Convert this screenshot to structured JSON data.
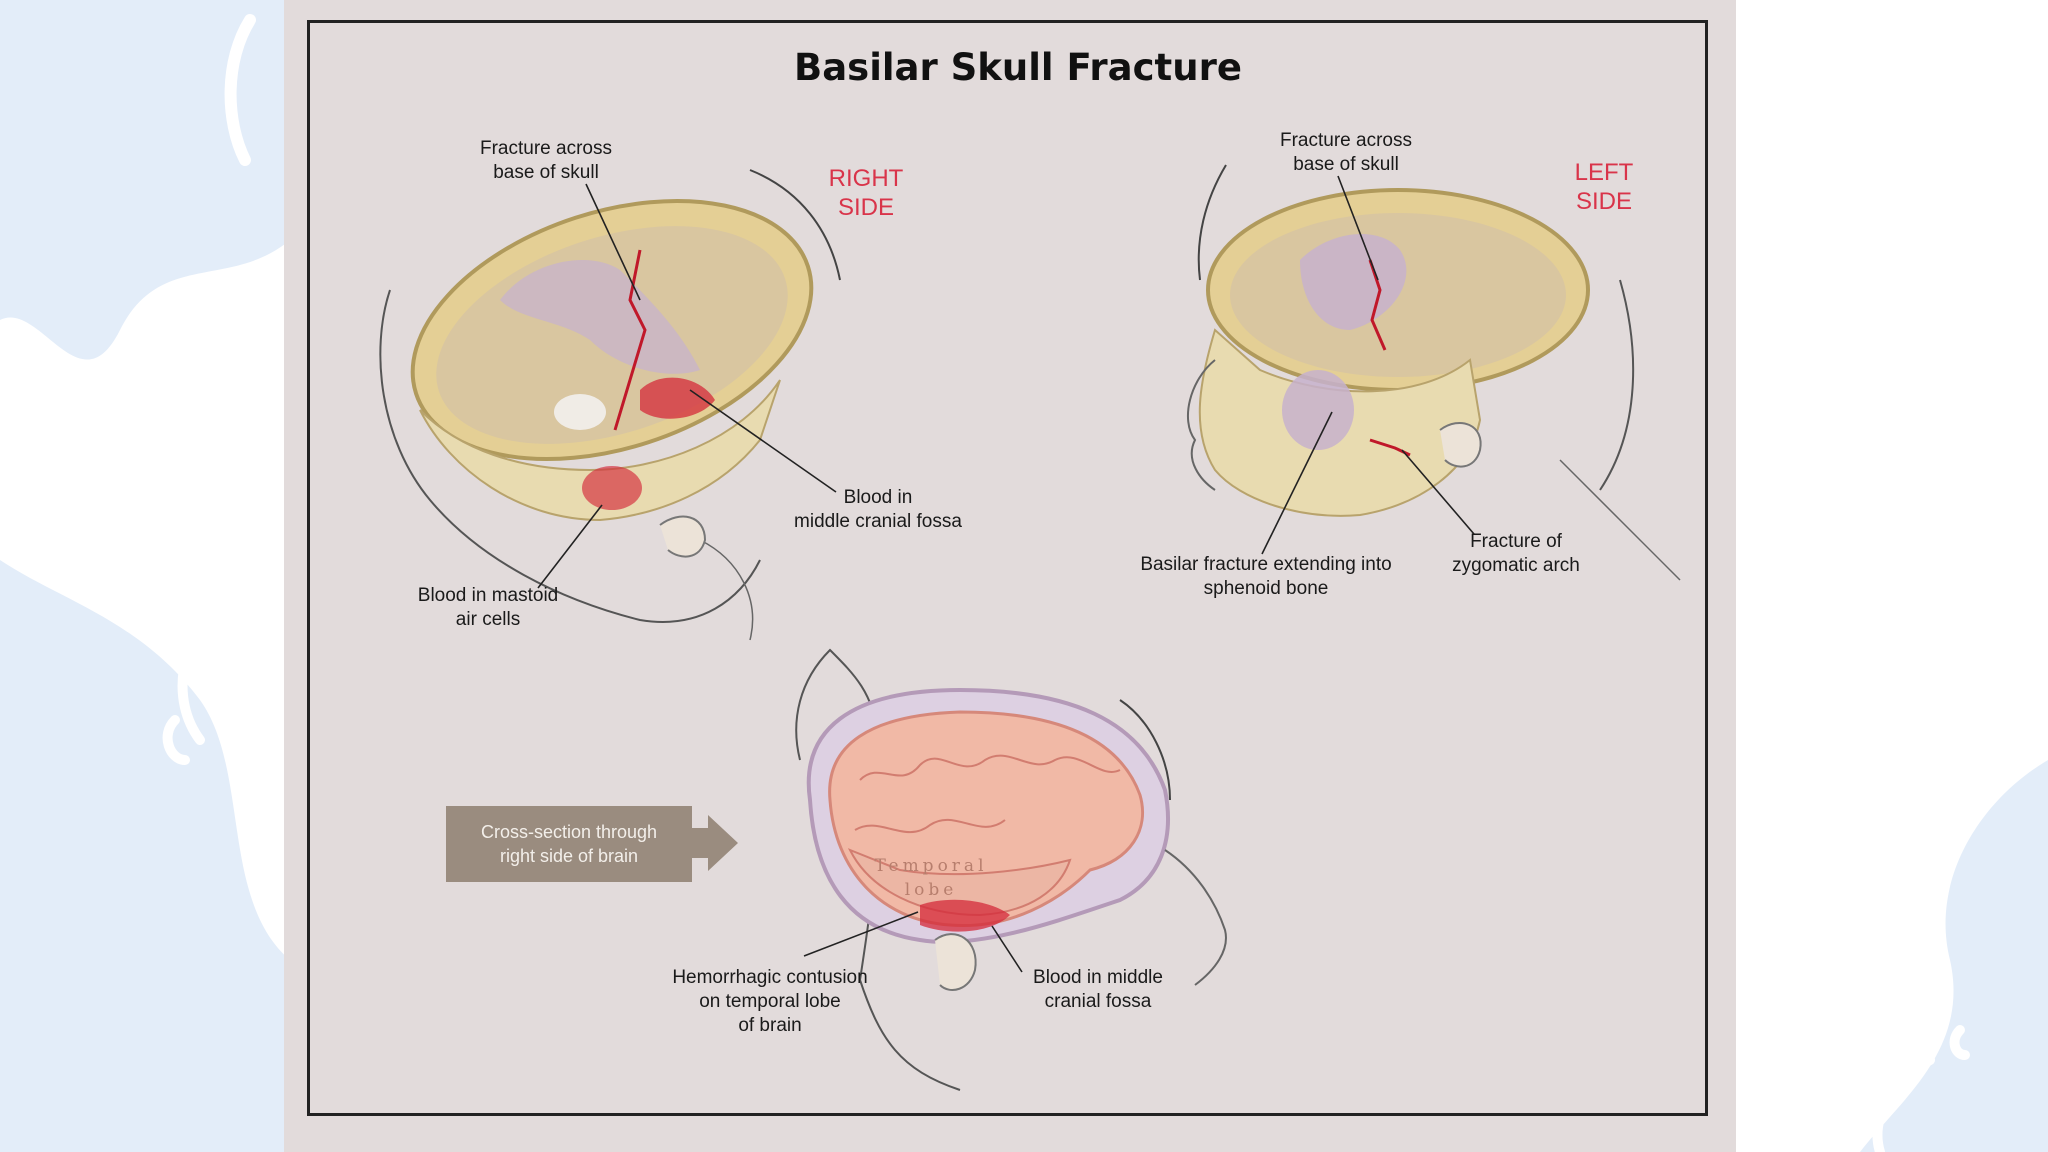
{
  "figure": {
    "title": "Basilar Skull Fracture"
  },
  "right_view": {
    "side_label": "RIGHT\nSIDE",
    "labels": {
      "fracture": "Fracture across\nbase of skull",
      "blood_middle_fossa": "Blood in\nmiddle cranial fossa",
      "blood_mastoid": "Blood in mastoid\nair cells"
    }
  },
  "left_view": {
    "side_label": "LEFT\nSIDE",
    "labels": {
      "fracture": "Fracture across\nbase of skull",
      "sphenoid": "Basilar fracture extending into\nsphenoid bone",
      "zygomatic": "Fracture of\nzygomatic arch"
    }
  },
  "cross_section": {
    "box_text": "Cross-section through\nright side of brain",
    "lobe_label": "Temporal\nlobe",
    "labels": {
      "contusion": "Hemorrhagic contusion\non temporal lobe\nof brain",
      "blood_middle_fossa": "Blood in middle\ncranial fossa"
    }
  },
  "colors": {
    "panel_bg": "#e2dbdb",
    "side_label": "#d9344a",
    "blood": "#d42a3a",
    "bone": "#e8d9a8",
    "page_decor": "#e3edf9"
  }
}
